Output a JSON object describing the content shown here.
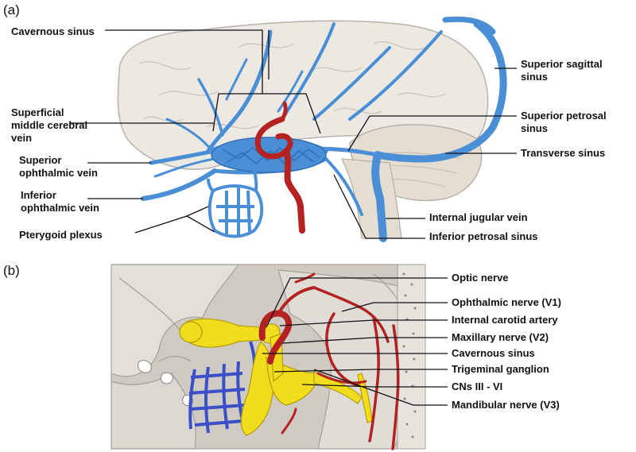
{
  "panels": [
    {
      "id": "a",
      "label": "(a)",
      "labels": [
        [
          "Cavernous sinus"
        ],
        [
          "Superficial",
          "middle cerebral",
          "vein"
        ],
        [
          "Superior",
          "ophthalmic vein"
        ],
        [
          "Inferior",
          "ophthalmic vein"
        ],
        [
          "Pterygoid plexus"
        ],
        [
          "Superior sagittal",
          "sinus"
        ],
        [
          "Superior petrosal",
          "sinus"
        ],
        [
          "Transverse sinus"
        ],
        [
          "Internal jugular vein"
        ],
        [
          "Inferior petrosal sinus"
        ]
      ]
    },
    {
      "id": "b",
      "label": "(b)",
      "labels": [
        [
          "Optic nerve"
        ],
        [
          "Ophthalmic nerve (V1)"
        ],
        [
          "Internal carotid artery"
        ],
        [
          "Maxillary nerve (V2)"
        ],
        [
          "Cavernous sinus"
        ],
        [
          "Trigeminal ganglion"
        ],
        [
          "CNs III - VI"
        ],
        [
          "Mandibular nerve (V3)"
        ]
      ]
    }
  ],
  "colors": {
    "vein": "#4a8fd6",
    "vein_dark": "#2f6fb5",
    "artery": "#b42222",
    "nerve": "#f2dc1e",
    "plexus_b": "#3b4fc9",
    "brain": "#ece8e2",
    "skull": "#cfcbc4"
  }
}
